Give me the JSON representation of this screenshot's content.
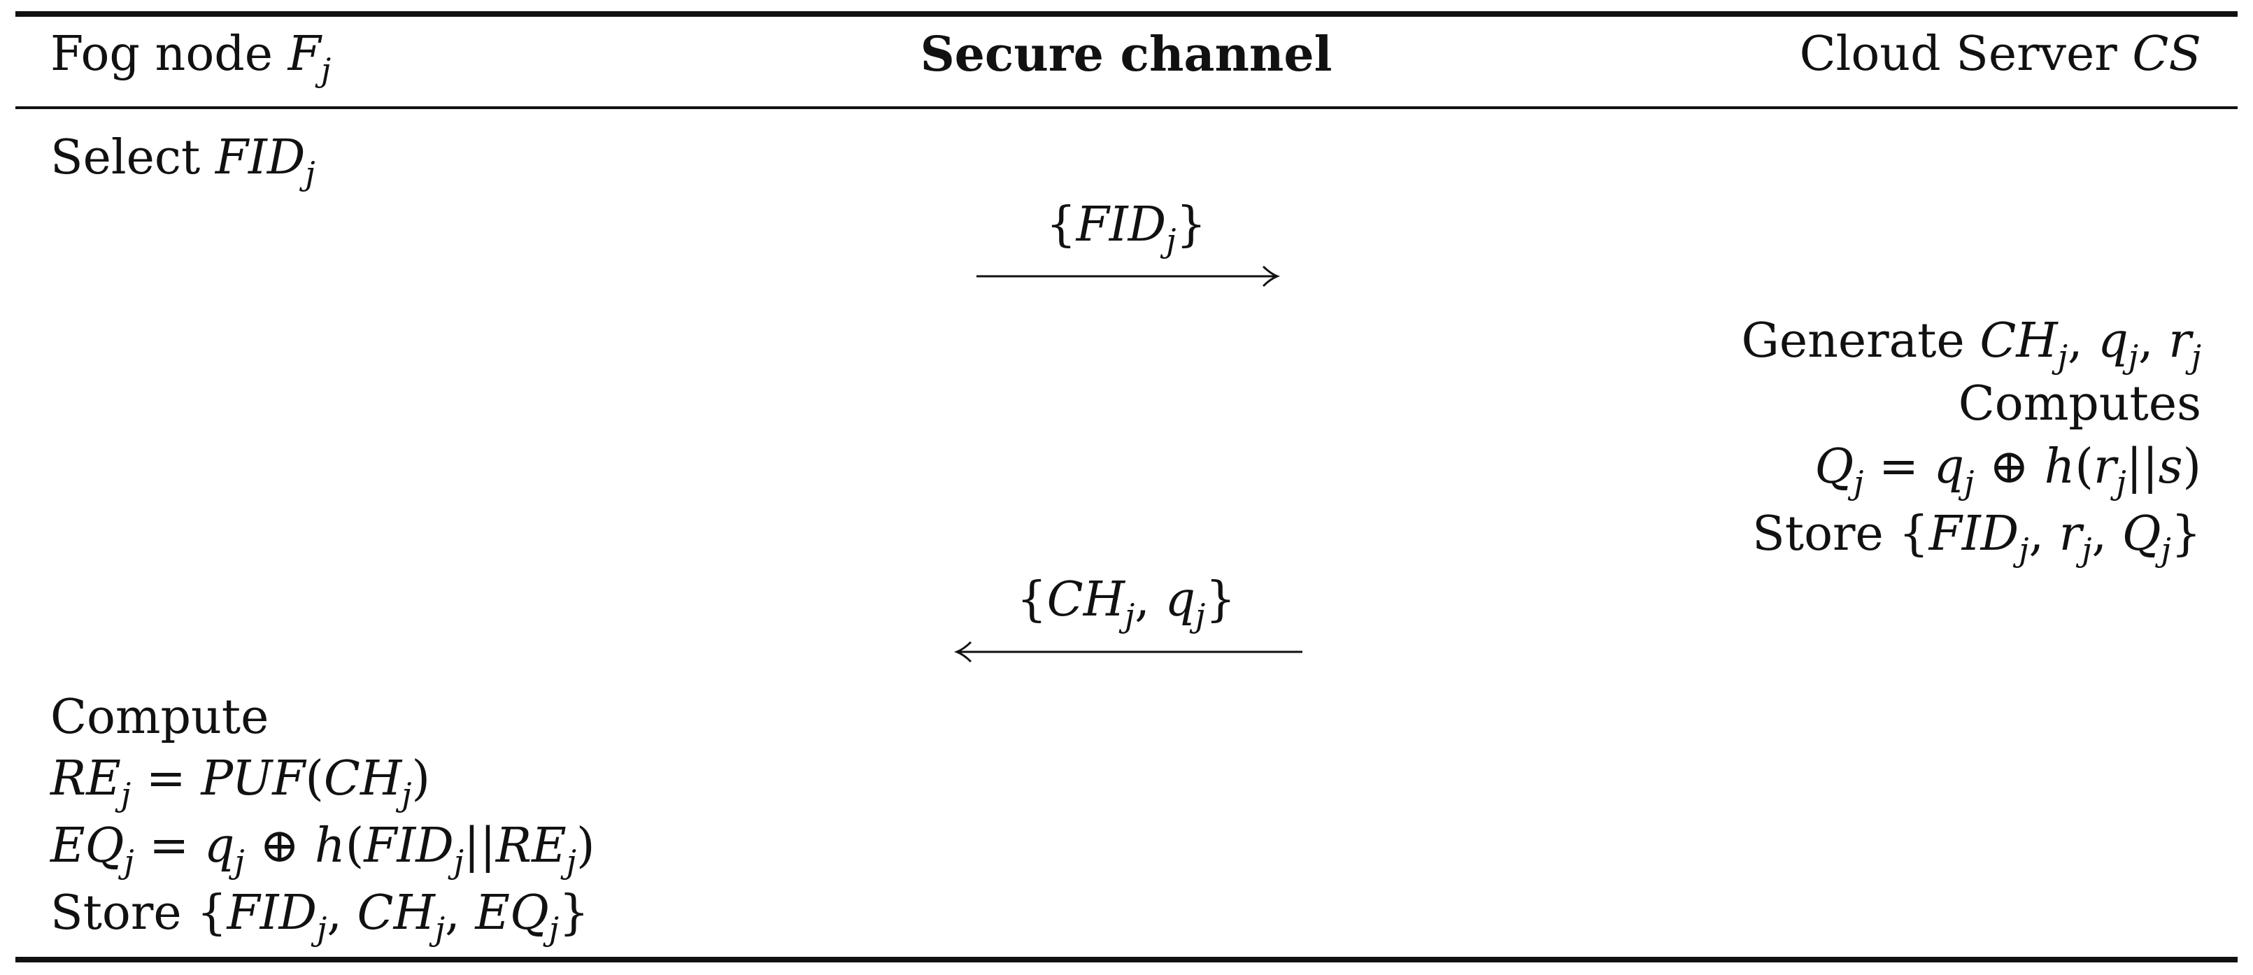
{
  "header": {
    "left": {
      "prefix": "Fog node ",
      "sym": "F",
      "sub": "j"
    },
    "center": "Secure channel",
    "right": {
      "prefix": "Cloud Server ",
      "sym": "CS"
    }
  },
  "fog": {
    "select": {
      "word": "Select ",
      "sym": "FID",
      "sub": "j"
    },
    "compute_label": "Compute",
    "re": {
      "lhs": "RE",
      "sub1": "j",
      "eq": " = ",
      "fn": "PUF",
      "open": "(",
      "arg": "CH",
      "sub2": "j",
      "close": ")"
    },
    "eq": {
      "lhs": "EQ",
      "sub1": "j",
      "eq": " = ",
      "q": "q",
      "sub2": "j",
      "xor": " ⊕ ",
      "h": "h",
      "open": "(",
      "a": "FID",
      "sub3": "j",
      "cat": "||",
      "b": "RE",
      "sub4": "j",
      "close": ")"
    },
    "store": {
      "word": "Store ",
      "open": "{",
      "a": "FID",
      "sa": "j",
      "sep1": ", ",
      "b": "CH",
      "sb": "j",
      "sep2": ", ",
      "c": "EQ",
      "sc": "j",
      "close": "}"
    }
  },
  "cloud": {
    "generate": {
      "word": "Generate ",
      "a": "CH",
      "sa": "j",
      "sep1": ", ",
      "b": "q",
      "sb": "j",
      "sep2": ", ",
      "c": "r",
      "sc": "j"
    },
    "computes_label": "Computes",
    "q": {
      "lhs": "Q",
      "sub1": "j",
      "eq": " = ",
      "q": "q",
      "sub2": "j",
      "xor": " ⊕ ",
      "h": "h",
      "open": "(",
      "r": "r",
      "sub3": "j",
      "cat": "||",
      "s": "s",
      "close": ")"
    },
    "store": {
      "word": "Store ",
      "open": "{",
      "a": "FID",
      "sa": "j",
      "sep1": ", ",
      "b": "r",
      "sb": "j",
      "sep2": ", ",
      "c": "Q",
      "sc": "j",
      "close": "}"
    }
  },
  "messages": {
    "m1": {
      "open": "{",
      "a": "FID",
      "sa": "j",
      "close": "}",
      "direction": "right"
    },
    "m2": {
      "open": "{",
      "a": "CH",
      "sa": "j",
      "sep": ", ",
      "b": "q",
      "sb": "j",
      "close": "}",
      "direction": "left"
    }
  }
}
